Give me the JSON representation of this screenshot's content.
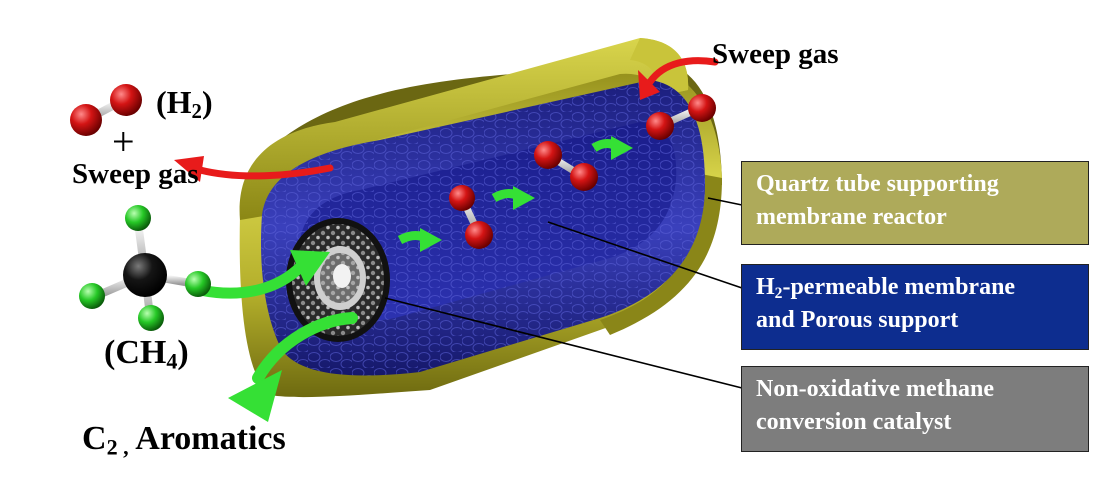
{
  "labels": {
    "sweep_gas_in": "Sweep gas",
    "h2_product": {
      "open": "(H",
      "sub": "2",
      "close": ")"
    },
    "plus": "+",
    "sweep_gas_out": "Sweep gas",
    "ch4_feed": {
      "open": "(CH",
      "sub": "4",
      "close": ")"
    },
    "c2_aromatics": {
      "c": "C",
      "sub": "2 ,",
      "rest": " Aromatics"
    }
  },
  "boxes": {
    "quartz": {
      "line1": "Quartz tube supporting",
      "line2": "membrane reactor",
      "color": "#aeaa5a"
    },
    "membrane": {
      "line1_pre": "H",
      "line1_sub": "2",
      "line1_post": "-permeable membrane",
      "line2": "and Porous support",
      "color": "#0d2d8f"
    },
    "catalyst": {
      "line1": "Non-oxidative methane",
      "line2": "conversion catalyst",
      "color": "#7d7d7d"
    }
  },
  "colors": {
    "quartz_tube": "#b6b62a",
    "membrane": "#2a2fa6",
    "catalyst": "#3a3a3a",
    "hydrogen_atom": "#d01010",
    "carbon_atom": "#111111",
    "methane_h_atom": "#22c422",
    "flow_arrow": "#35e035",
    "sweep_arrow": "#e81b1b"
  }
}
